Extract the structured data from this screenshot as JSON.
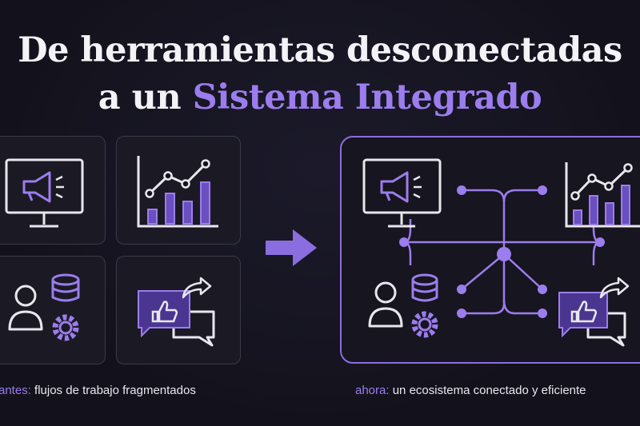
{
  "title": {
    "line1": "De herramientas desconectadas",
    "line2_prefix": "a un",
    "line2_accent": "Sistema Integrado"
  },
  "captions": {
    "before_keyword": "antes:",
    "before_text": " flujos de trabajo fragmentados",
    "after_keyword": "ahora:",
    "after_text": " un ecosistema conectado y eficiente"
  },
  "colors": {
    "background": "#13121c",
    "accent": "#9b7ded",
    "line": "#e8e7ee"
  },
  "icons": {
    "before": [
      "monitor-megaphone-icon",
      "bar-chart-icon",
      "user-database-gear-icon",
      "chat-like-share-icon"
    ],
    "center": "right-arrow-icon",
    "after": [
      "monitor-megaphone-icon",
      "bar-chart-icon",
      "user-database-gear-icon",
      "chat-like-share-icon",
      "network-hub-icon"
    ]
  }
}
